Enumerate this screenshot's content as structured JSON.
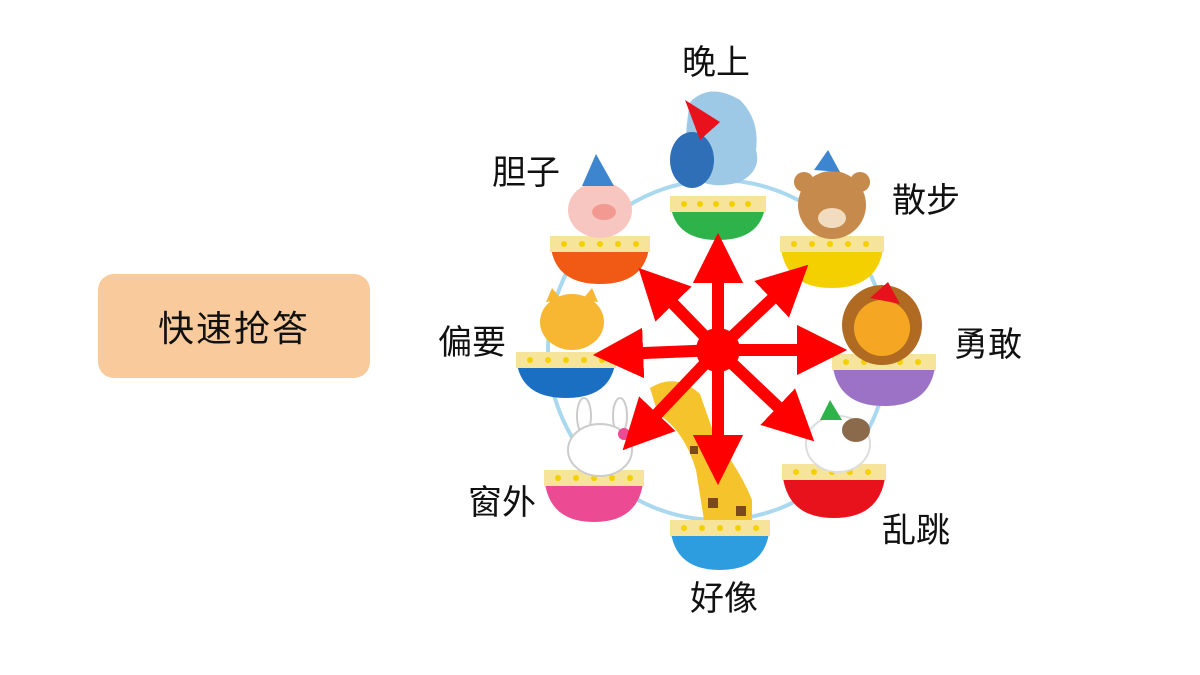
{
  "button": {
    "label": "快速抢答"
  },
  "words": {
    "top": "晚上",
    "top_right": "散步",
    "right": "勇敢",
    "bottom_right": "乱跳",
    "bottom": "好像",
    "bottom_left": "窗外",
    "left": "偏要",
    "top_left": "胆子"
  },
  "colors": {
    "button_bg": "#f9cb9c",
    "arrow": "#ff0000",
    "basket_top": "#2db34a",
    "basket_top_right": "#f5d000",
    "basket_right": "#9b72c6",
    "basket_bottom_right": "#e8121c",
    "basket_bottom": "#2e9de0",
    "basket_bottom_left": "#ec4a93",
    "basket_left": "#1b6fc2",
    "basket_top_left": "#f05a14"
  },
  "icons": {
    "top": "elephant-icon",
    "top_right": "bear-icon",
    "right": "lion-icon",
    "bottom_right": "cat-icon",
    "bottom": "giraffe-icon",
    "bottom_left": "rabbit-icon",
    "left": "tiger-icon",
    "top_left": "pig-icon"
  }
}
